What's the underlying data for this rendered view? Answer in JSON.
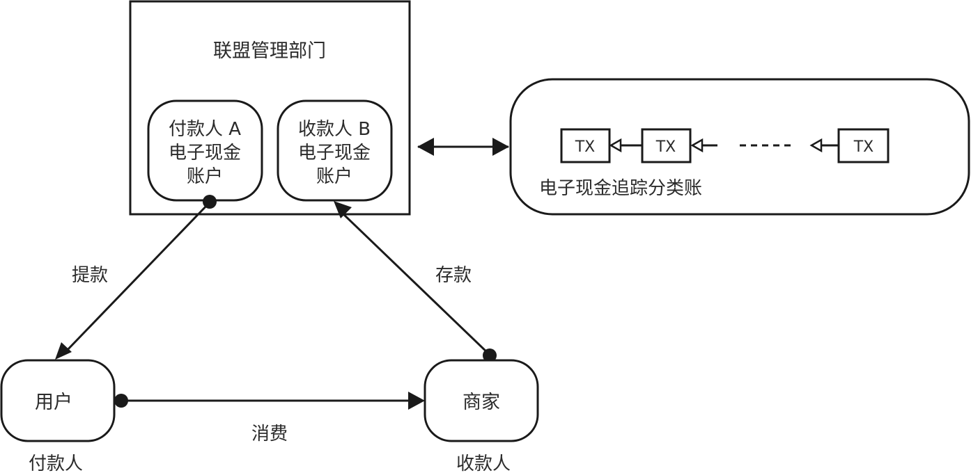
{
  "alliance": {
    "title": "联盟管理部门",
    "payer_account": {
      "line1": "付款人 A",
      "line2": "电子现金",
      "line3": "账户"
    },
    "payee_account": {
      "line1": "收款人 B",
      "line2": "电子现金",
      "line3": "账户"
    }
  },
  "ledger": {
    "label": "电子现金追踪分类账",
    "tx_blocks": [
      "TX",
      "TX",
      "TX"
    ],
    "ellipsis": "-----"
  },
  "parties": {
    "user": {
      "label": "用户",
      "role": "付款人"
    },
    "merchant": {
      "label": "商家",
      "role": "收款人"
    }
  },
  "flows": {
    "withdraw": "提款",
    "deposit": "存款",
    "consume": "消费"
  },
  "colors": {
    "stroke": "#1a1a1a",
    "text": "#2b2b2b",
    "background": "#ffffff"
  }
}
